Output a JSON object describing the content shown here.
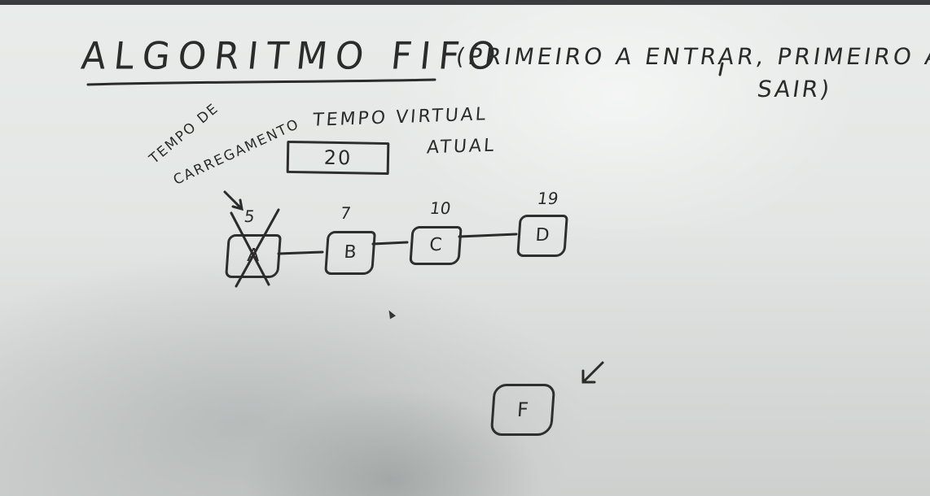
{
  "whiteboard": {
    "title": "ALGORITMO FIFO",
    "subtitle_line1": "(PRIMEIRO A ENTRAR, PRIMEIRO A",
    "subtitle_line2": "SAIR)",
    "tempo_carregamento_line1": "TEMPO DE",
    "tempo_carregamento_line2": "CARREGAMENTO",
    "tempo_virtual_line1": "TEMPO VIRTUAL",
    "tempo_virtual_line2": "ATUAL",
    "tempo_virtual_value": "20",
    "pages": [
      {
        "label": "A",
        "load_time": "5",
        "removed": true
      },
      {
        "label": "B",
        "load_time": "7",
        "removed": false
      },
      {
        "label": "C",
        "load_time": "10",
        "removed": false
      },
      {
        "label": "D",
        "load_time": "19",
        "removed": false
      }
    ],
    "new_page": {
      "label": "F"
    }
  },
  "colors": {
    "ink": "#2b2b2b",
    "board": "#e6e9e7"
  }
}
